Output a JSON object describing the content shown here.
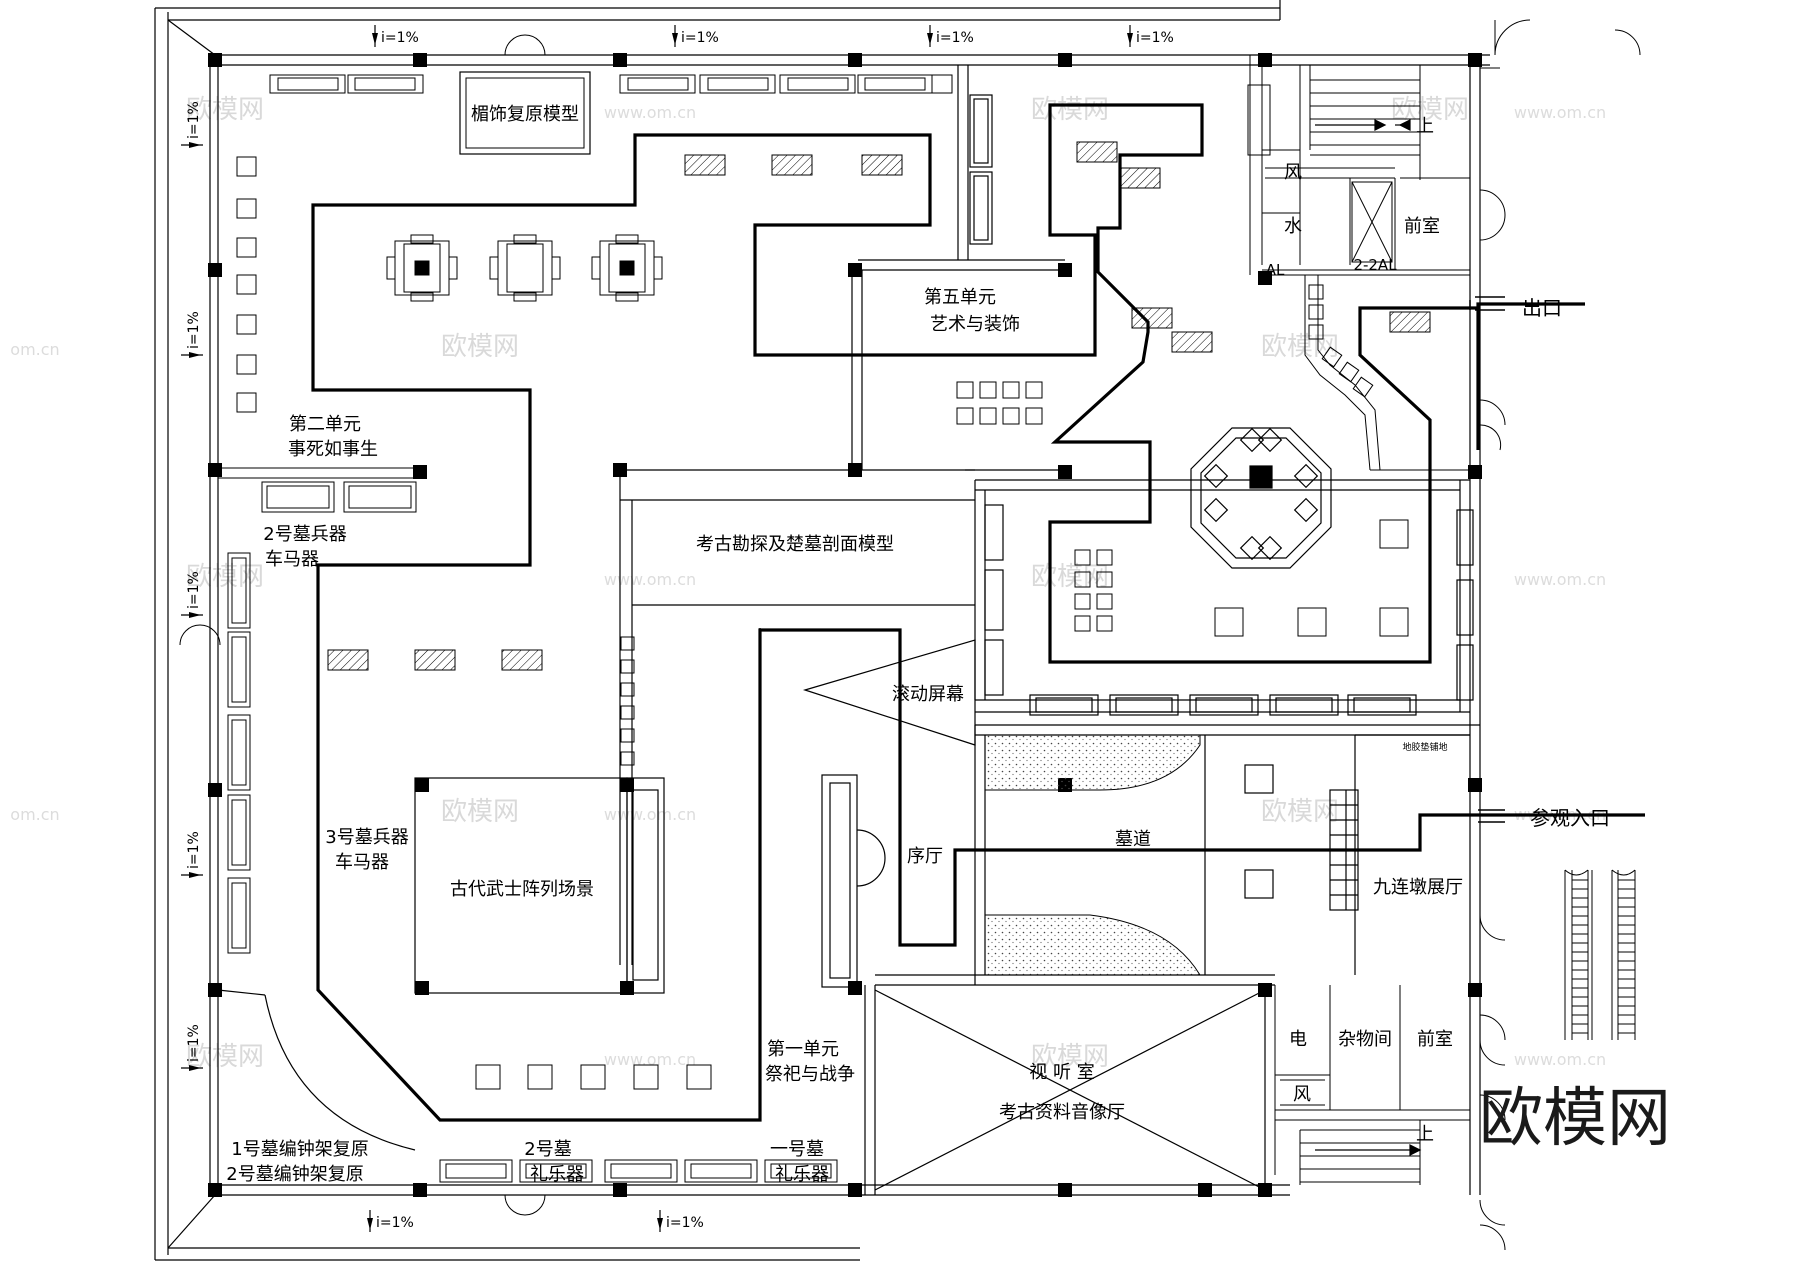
{
  "slope_label": "i=1%",
  "rooms": {
    "lintel_model": "楣饰复原模型",
    "unit5_line1": "第五单元",
    "unit5_line2": "艺术与装饰",
    "unit2_line1": "第二单元",
    "unit2_line2": "事死如事生",
    "tomb2_weapons_line1": "2号墓兵器",
    "tomb2_weapons_line2": "车马器",
    "tomb3_weapons_line1": "3号墓兵器",
    "tomb3_weapons_line2": "车马器",
    "survey_model": "考古勘探及楚墓剖面模型",
    "scroll_screen": "滚动屏幕",
    "warrior_scene": "古代武士阵列场景",
    "lobby": "序厅",
    "tomb_passage": "墓道",
    "nine_pier_hall": "九连墩展厅",
    "unit1_line1": "第一单元",
    "unit1_line2": "祭祀与战争",
    "av_room_line1": "视   听   室",
    "av_room_line2": "考古资料音像厅",
    "bell_rack_line1": "1号墓编钟架复原",
    "bell_rack_line2": "2号墓编钟架复原",
    "tomb2_music_line1": "2号墓",
    "tomb2_music_line2": "礼乐器",
    "tomb1_music_line1": "一号墓",
    "tomb1_music_line2": "礼乐器",
    "wind": "风",
    "water": "水",
    "anteroom": "前室",
    "up": "上",
    "electric": "电",
    "storage": "杂物间",
    "floor_note": "地胶垫铺地",
    "code_left": "AL",
    "code_right": "2-2AL"
  },
  "entrances": {
    "exit_label": "出口",
    "entry_label": "参观入口"
  },
  "watermark": {
    "text": "欧模网",
    "url": "www.om.cn",
    "url_partial": "om.cn"
  },
  "colors": {
    "line": "#000000",
    "route": "#000000",
    "watermark": "#d9d9d9",
    "background": "#ffffff"
  }
}
